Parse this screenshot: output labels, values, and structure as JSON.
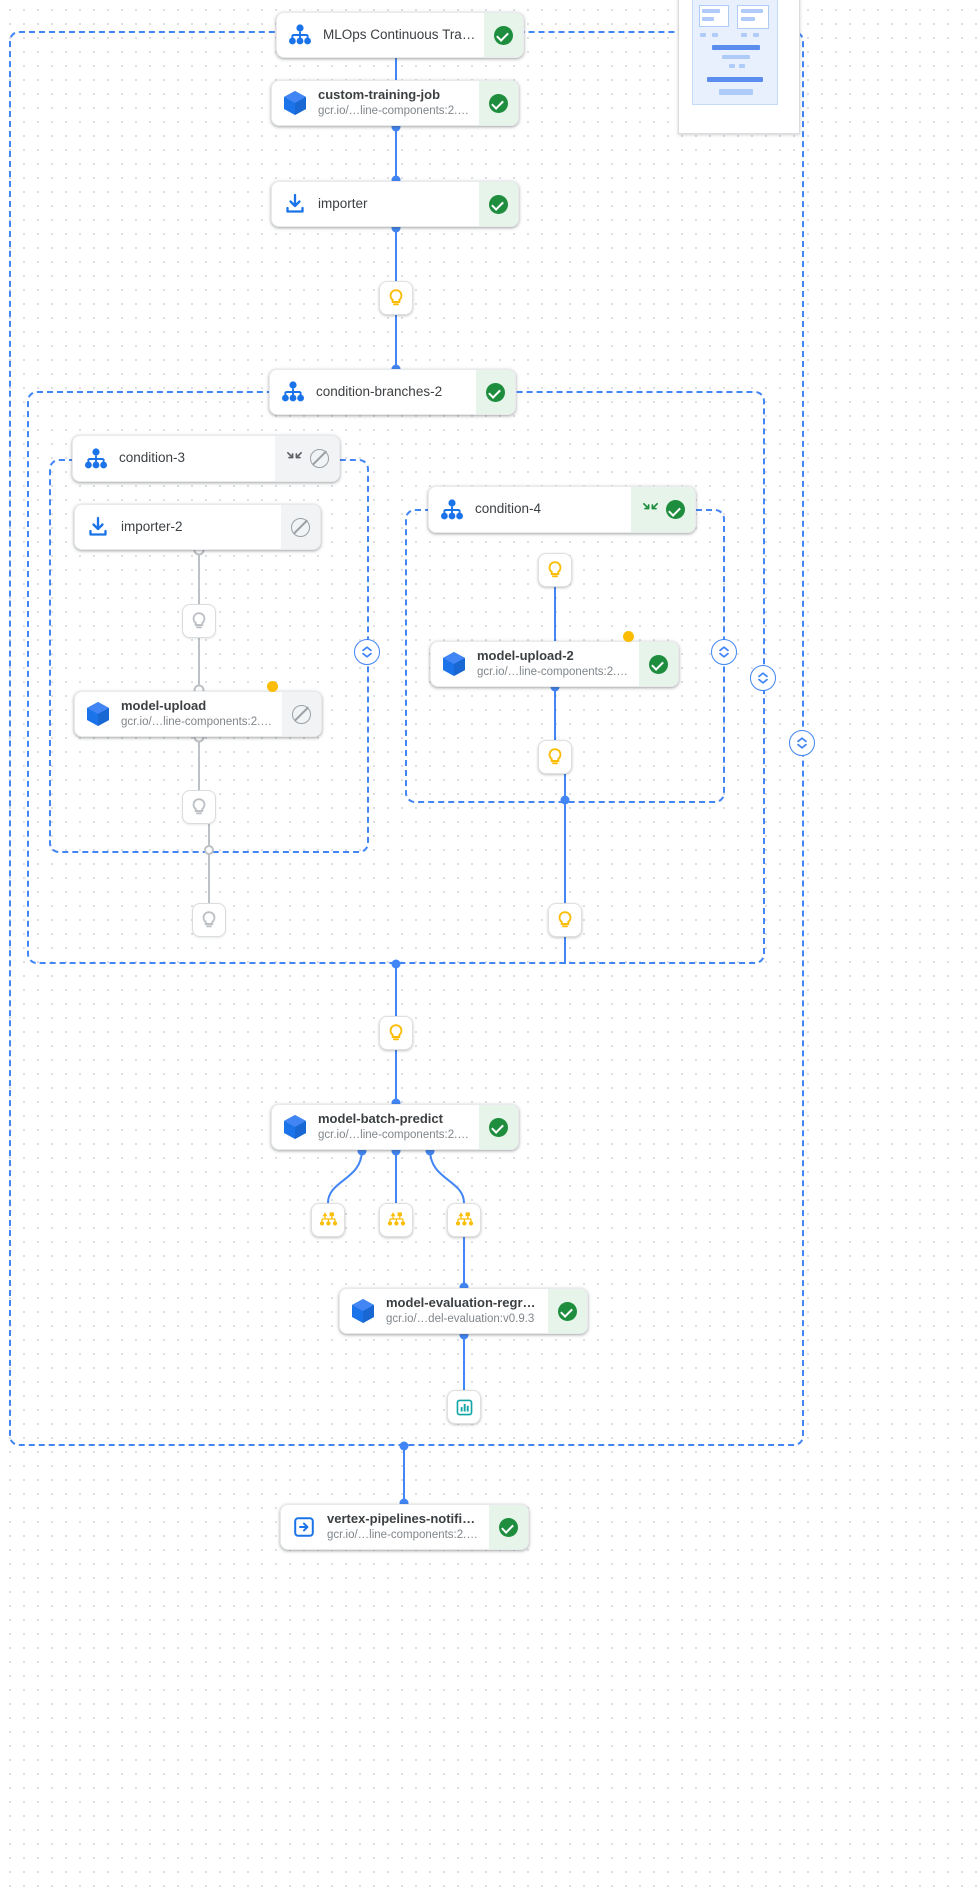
{
  "app": {
    "name": "vertex-ai-pipeline-graph",
    "view": "MLOps Continuous Training pipeline run DAG"
  },
  "colors": {
    "accent_blue": "#4285f4",
    "success_green": "#1e8e3e",
    "success_bg": "#e6f4ea",
    "skipped_grey": "#9aa0a6",
    "skipped_bg": "#f1f3f4",
    "warning_yellow": "#fbbc04",
    "edge_blue": "#4285f4",
    "edge_grey": "#bdc1c6",
    "card_text": "#3c4043",
    "card_subtext": "#80868b"
  },
  "nodes": {
    "root": {
      "title": "MLOps Continuous Traini…",
      "subtitle": "",
      "icon": "dag-node-icon",
      "status": "succeeded",
      "status_icon": "check-circle-icon"
    },
    "custom_training_job": {
      "title": "custom-training-job",
      "subtitle": "gcr.io/…line-components:2.6.0",
      "icon": "cube-icon",
      "status": "succeeded",
      "status_icon": "check-circle-icon"
    },
    "importer": {
      "title": "importer",
      "subtitle": "",
      "icon": "import-icon",
      "status": "succeeded",
      "status_icon": "check-circle-icon"
    },
    "condition_branches_2": {
      "title": "condition-branches-2",
      "subtitle": "",
      "icon": "dag-node-icon",
      "status": "succeeded",
      "status_icon": "check-circle-icon"
    },
    "condition_3": {
      "title": "condition-3",
      "subtitle": "",
      "icon": "dag-node-icon",
      "status": "skipped",
      "status_icon": "no-entry-icon",
      "extra_icon": "collapse-arrows-icon"
    },
    "importer_2": {
      "title": "importer-2",
      "subtitle": "",
      "icon": "import-icon",
      "status": "skipped",
      "status_icon": "no-entry-icon"
    },
    "model_upload": {
      "title": "model-upload",
      "subtitle": "gcr.io/…line-components:2.6.0",
      "icon": "cube-icon",
      "status": "skipped",
      "status_icon": "no-entry-icon",
      "badge": "warning-dot"
    },
    "condition_4": {
      "title": "condition-4",
      "subtitle": "",
      "icon": "dag-node-icon",
      "status": "succeeded",
      "status_icon": "check-circle-icon",
      "extra_icon": "collapse-arrows-icon"
    },
    "model_upload_2": {
      "title": "model-upload-2",
      "subtitle": "gcr.io/…line-components:2.6.0",
      "icon": "cube-icon",
      "status": "succeeded",
      "status_icon": "check-circle-icon",
      "badge": "warning-dot"
    },
    "model_batch_predict": {
      "title": "model-batch-predict",
      "subtitle": "gcr.io/…line-components:2.6.0",
      "icon": "cube-icon",
      "status": "succeeded",
      "status_icon": "check-circle-icon"
    },
    "model_evaluation_regression": {
      "title": "model-evaluation-regres…",
      "subtitle": "gcr.io/…del-evaluation:v0.9.3",
      "icon": "cube-icon",
      "status": "succeeded",
      "status_icon": "check-circle-icon"
    },
    "vertex_pipelines_notification": {
      "title": "vertex-pipelines-notificat…",
      "subtitle": "gcr.io/…line-components:2.6.0",
      "icon": "exit-to-app-icon",
      "status": "succeeded",
      "status_icon": "check-circle-icon"
    }
  },
  "artifact_chips": [
    {
      "id": "artifact-1",
      "icon": "lightbulb-icon",
      "state": "active"
    },
    {
      "id": "artifact-2",
      "icon": "lightbulb-icon",
      "state": "skipped"
    },
    {
      "id": "artifact-3",
      "icon": "lightbulb-icon",
      "state": "skipped"
    },
    {
      "id": "artifact-4",
      "icon": "lightbulb-icon",
      "state": "skipped"
    },
    {
      "id": "artifact-5",
      "icon": "lightbulb-icon",
      "state": "skipped"
    },
    {
      "id": "artifact-6",
      "icon": "lightbulb-icon",
      "state": "active"
    },
    {
      "id": "artifact-7",
      "icon": "lightbulb-icon",
      "state": "active"
    },
    {
      "id": "artifact-8",
      "icon": "lightbulb-icon",
      "state": "active"
    },
    {
      "id": "artifact-9",
      "icon": "lightbulb-icon",
      "state": "active"
    },
    {
      "id": "dataset-1",
      "icon": "dataset-icon",
      "state": "active"
    },
    {
      "id": "dataset-2",
      "icon": "dataset-icon",
      "state": "active"
    },
    {
      "id": "dataset-3",
      "icon": "dataset-icon",
      "state": "active"
    },
    {
      "id": "metrics-1",
      "icon": "bar-chart-icon",
      "state": "active"
    }
  ],
  "expanders": [
    {
      "id": "expander-condition-3",
      "icon": "expand-less-more-icon"
    },
    {
      "id": "expander-condition-4",
      "icon": "expand-less-more-icon"
    },
    {
      "id": "expander-branches",
      "icon": "expand-less-more-icon"
    },
    {
      "id": "expander-root",
      "icon": "expand-less-more-icon"
    }
  ],
  "minimap": {
    "name": "graph-minimap",
    "visible": true
  }
}
